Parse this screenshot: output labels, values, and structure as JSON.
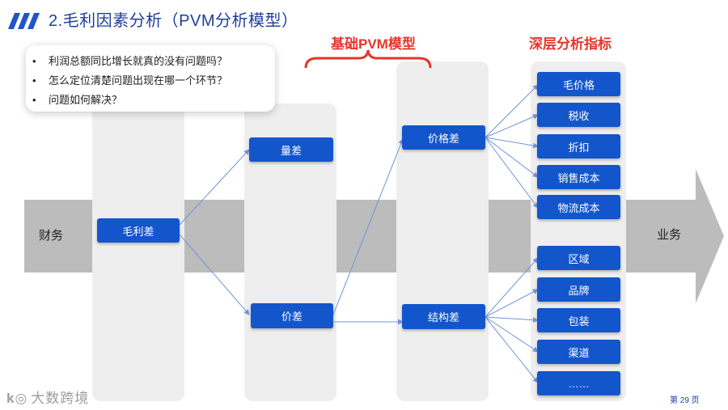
{
  "title": "2.毛利因素分析（PVM分析模型）",
  "callout": {
    "items": [
      "利润总额同比增长就真的没有问题吗？",
      "怎么定位清楚问题出现在哪一个环节？",
      "问题如何解决？"
    ]
  },
  "headers": {
    "pvm": "基础PVM模型",
    "deep": "深层分析指标"
  },
  "band": {
    "left_label": "财务",
    "right_label": "业务"
  },
  "nodes": {
    "gross_margin": "毛利差",
    "volume": "量差",
    "price": "价差",
    "price_diff": "价格差",
    "mix_diff": "结构差",
    "metrics": [
      "毛价格",
      "税收",
      "折扣",
      "销售成本",
      "物流成本",
      "区域",
      "品牌",
      "包装",
      "渠道",
      "……"
    ]
  },
  "footer": {
    "page": "第 29 页",
    "logo": "大数跨境"
  },
  "colors": {
    "node": "#1356cc",
    "title": "#1e3f9b",
    "red": "#e8342c",
    "band": "#bcbcbc",
    "column": "#eeeeee"
  }
}
